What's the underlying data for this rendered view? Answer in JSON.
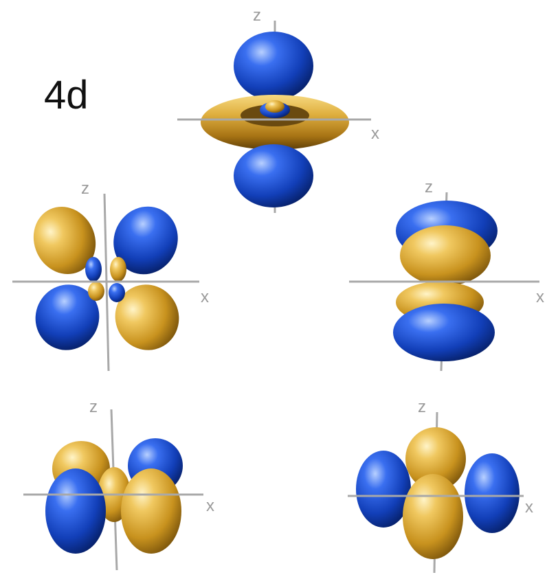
{
  "title": "4d",
  "axis_labels": {
    "z": "z",
    "x": "x"
  },
  "colors": {
    "positive_lobe": "#d9a93a",
    "negative_lobe": "#1a4fcf",
    "axis": "#a8a8a8",
    "background": "#ffffff"
  },
  "orbitals": [
    {
      "name": "d-z2",
      "shape": "torus-with-axial-lobes"
    },
    {
      "name": "d-xz",
      "shape": "four-diagonal-lobes"
    },
    {
      "name": "d-yz",
      "shape": "stacked-lobes"
    },
    {
      "name": "d-x2-y2",
      "shape": "four-planar-lobes"
    },
    {
      "name": "d-xy",
      "shape": "four-planar-lobes-rotated"
    }
  ]
}
